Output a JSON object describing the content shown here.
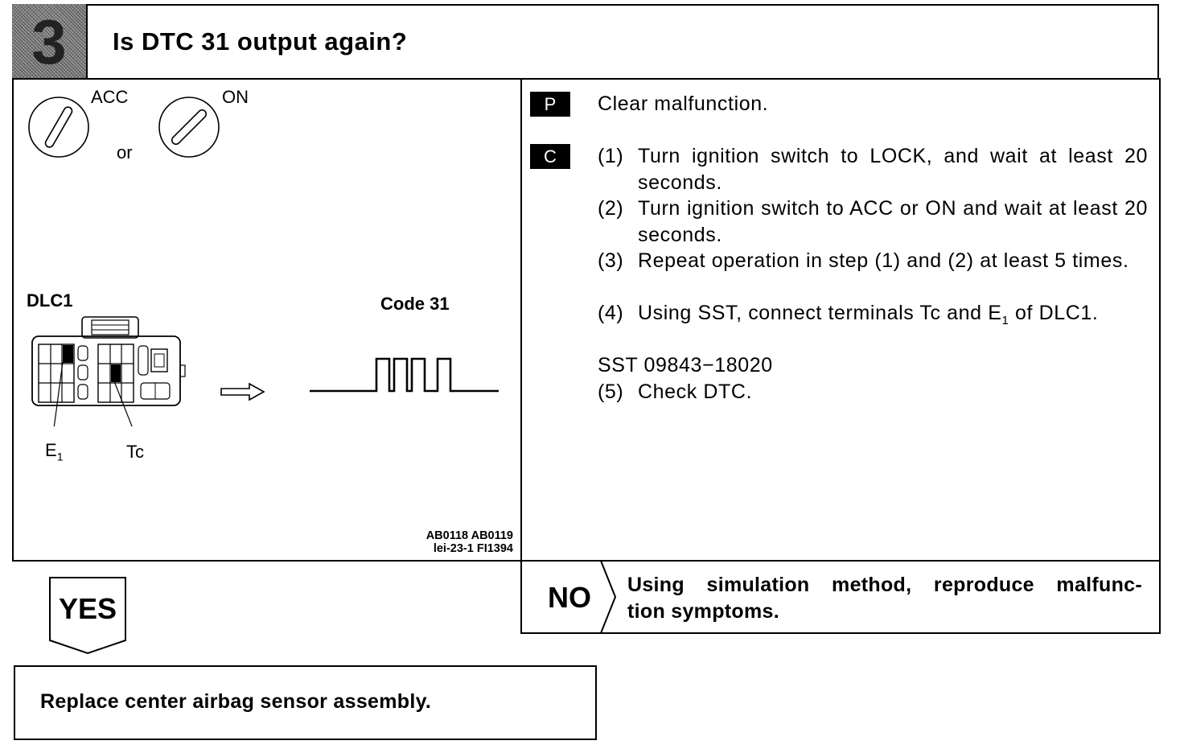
{
  "header": {
    "step_number": "3",
    "title": "Is DTC 31 output again?"
  },
  "illustration": {
    "switch_acc_label": "ACC",
    "switch_on_label": "ON",
    "or_label": "or",
    "connector_label": "DLC1",
    "code_label": "Code 31",
    "terminal_e1": "E",
    "terminal_e1_sub": "1",
    "terminal_tc": "Tc",
    "figure_codes_line1": "AB0118 AB0119",
    "figure_codes_line2": "lei-23-1 FI1394"
  },
  "procedure": {
    "p_tag": "P",
    "p_text": "Clear malfunction.",
    "c_tag": "C",
    "steps": [
      {
        "num": "(1)",
        "text": "Turn ignition switch to LOCK, and wait at least 20 seconds."
      },
      {
        "num": "(2)",
        "text": "Turn ignition switch to ACC or ON and wait at least 20 seconds."
      },
      {
        "num": "(3)",
        "text": "Repeat operation in step (1) and (2) at least 5 times."
      },
      {
        "num": "(4)",
        "text_before": "Using SST, connect terminals Tc and E",
        "text_sub": "1",
        "text_after": " of DLC1."
      }
    ],
    "sst_line": "SST 09843−18020",
    "step5_num": "(5)",
    "step5_text": "Check DTC."
  },
  "no_branch": {
    "label": "NO",
    "text_line1": "Using simulation method, reproduce malfunc-",
    "text_line2": "tion symptoms."
  },
  "yes_branch": {
    "label": "YES"
  },
  "action": {
    "text": "Replace center airbag sensor assembly."
  }
}
